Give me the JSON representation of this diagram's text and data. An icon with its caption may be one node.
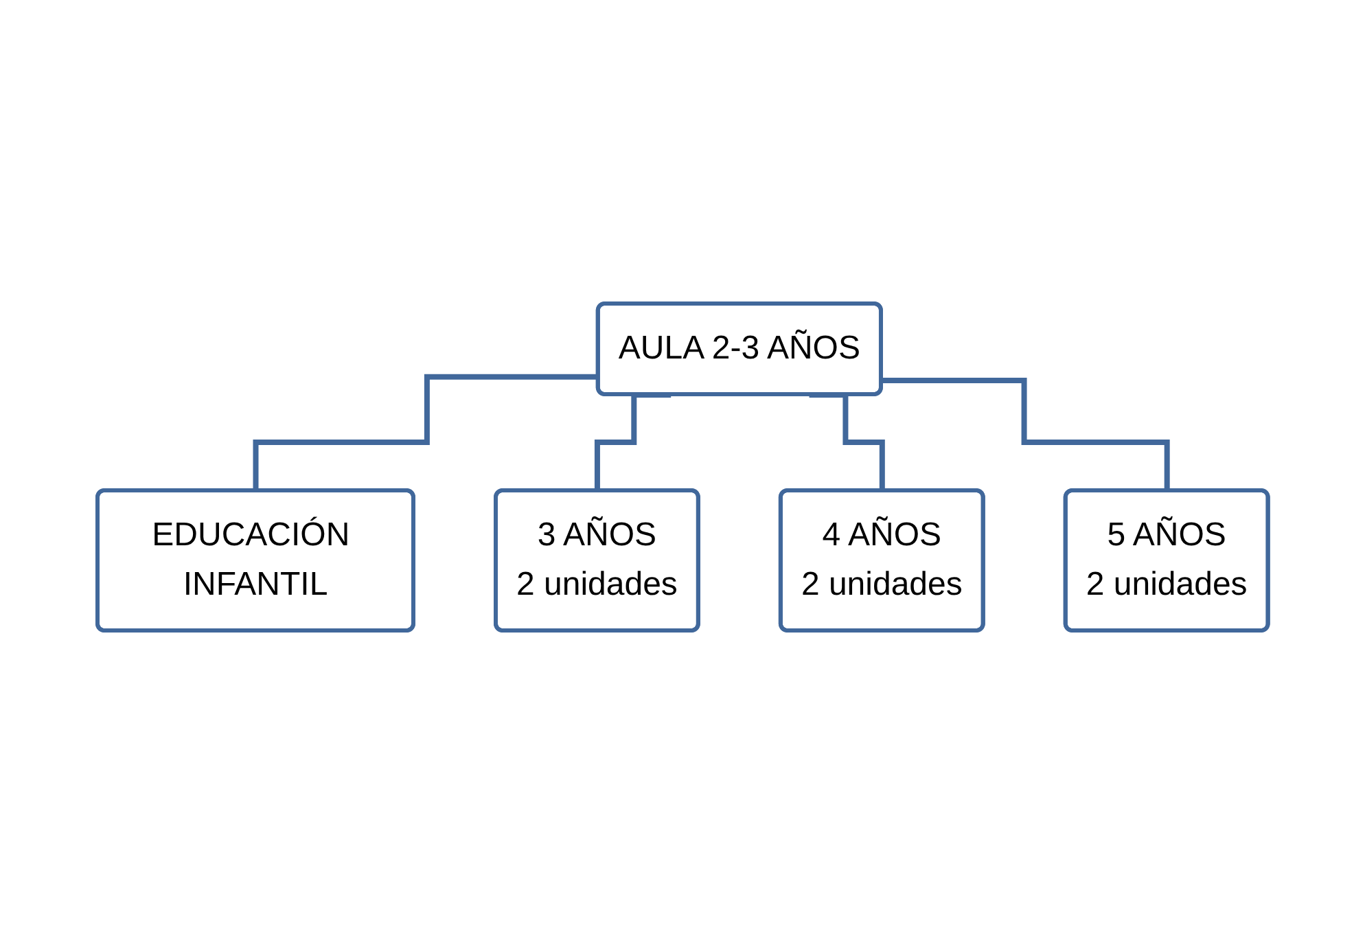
{
  "diagram": {
    "nodes": [
      {
        "text": [
          "AULA 2-3 AÑOS"
        ]
      },
      {
        "text": [
          "EDUCACIÓN INFANTIL"
        ]
      },
      {
        "text": [
          "3 AÑOS",
          "2 unidades"
        ]
      },
      {
        "text": [
          "4 AÑOS",
          "2 unidades"
        ]
      },
      {
        "text": [
          "5 AÑOS",
          "2 unidades"
        ]
      }
    ],
    "edges": [
      {
        "from": 0,
        "to": 1,
        "arrow": "none"
      },
      {
        "from": 0,
        "to": 2,
        "arrow": "none"
      },
      {
        "from": 0,
        "to": 3,
        "arrow": "none"
      },
      {
        "from": 0,
        "to": 4,
        "arrow": "none"
      }
    ]
  }
}
